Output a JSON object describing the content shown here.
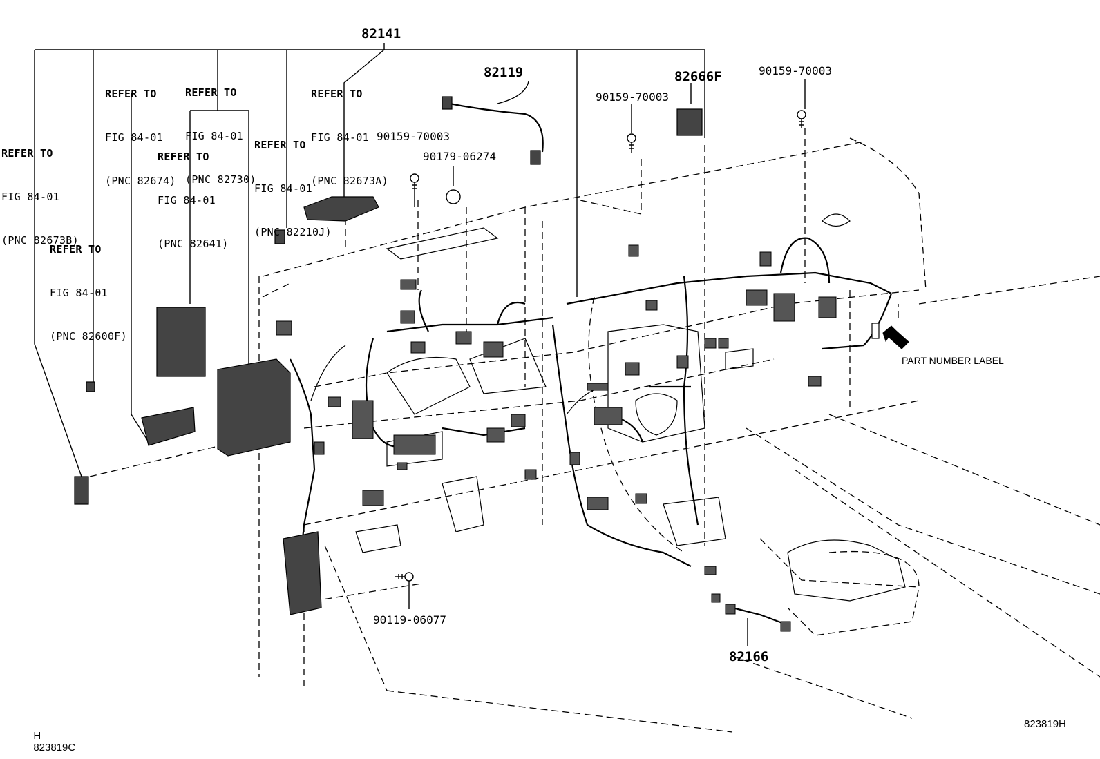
{
  "main_part": "82141",
  "refer": {
    "r82673b": {
      "l1": "REFER TO",
      "l2": "FIG 84-01",
      "l3": "(PNC 82673B)"
    },
    "r82674": {
      "l1": "REFER TO",
      "l2": "FIG 84-01",
      "l3": "(PNC 82674)"
    },
    "r82730": {
      "l1": "REFER TO",
      "l2": "FIG 84-01",
      "l3": "(PNC 82730)"
    },
    "r82641": {
      "l1": "REFER TO",
      "l2": "FIG 84-01",
      "l3": "(PNC 82641)"
    },
    "r82210j": {
      "l1": "REFER TO",
      "l2": "FIG 84-01",
      "l3": "(PNC 82210J)"
    },
    "r82673a": {
      "l1": "REFER TO",
      "l2": "FIG 84-01",
      "l3": "(PNC 82673A)"
    },
    "r82600f": {
      "l1": "REFER TO",
      "l2": "FIG 84-01",
      "l3": "(PNC 82600F)"
    }
  },
  "parts": {
    "p82119": "82119",
    "p82666f": "82666F",
    "p82166": "82166",
    "bolt_a": "90159-70003",
    "bolt_b": "90159-70003",
    "bolt_c": "90159-70003",
    "grommet": "90179-06274",
    "screw": "90119-06077"
  },
  "part_number_label": "PART NUMBER LABEL",
  "footer": {
    "left_code": "823819C",
    "left_prefix": "H",
    "right_code": "823819H"
  }
}
